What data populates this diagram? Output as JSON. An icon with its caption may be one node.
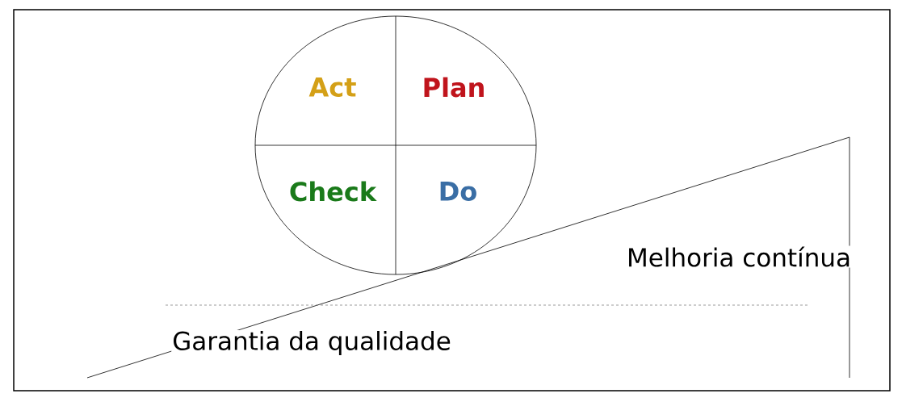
{
  "diagram": {
    "nodes": [
      {
        "text": [
          "Act",
          "Plan",
          "Check",
          "Do"
        ]
      }
    ],
    "labels": [
      "Melhoria contínua",
      "Garantia da qualidade"
    ]
  }
}
